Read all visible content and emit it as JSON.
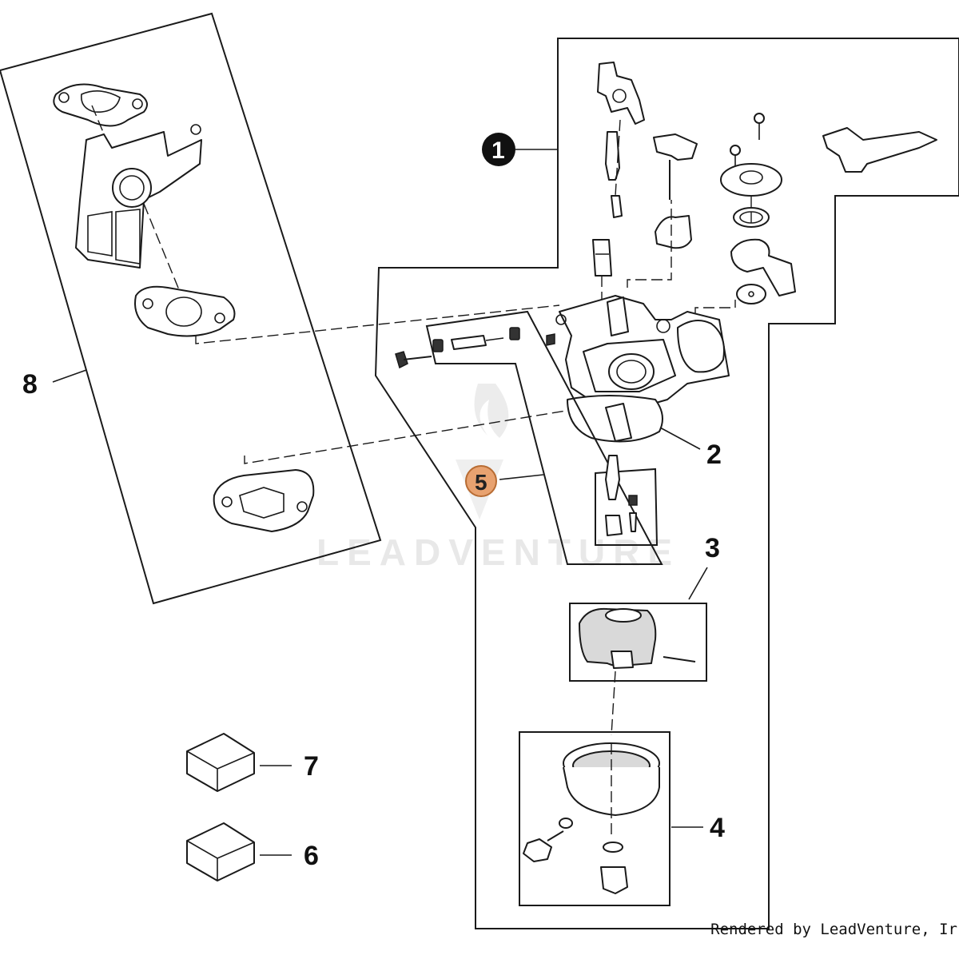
{
  "callouts": {
    "c1": "1",
    "c2": "2",
    "c3": "3",
    "c4": "4",
    "c5": "5",
    "c6": "6",
    "c7": "7",
    "c8": "8"
  },
  "highlight_color": "#e8a270",
  "watermark": "LEADVENTURE",
  "footer": "Rendered by LeadVenture, Ir"
}
